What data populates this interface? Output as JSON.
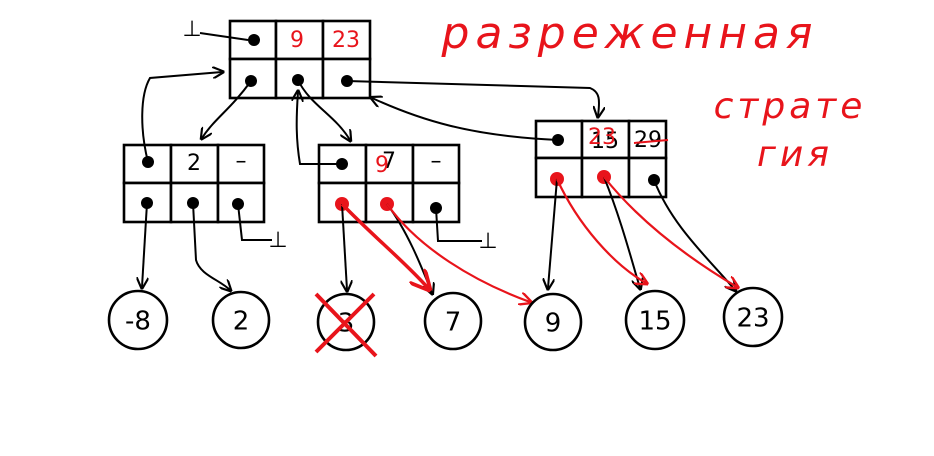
{
  "colors": {
    "ink": "#000000",
    "red": "#e8141b",
    "paper": "#ffffff"
  },
  "title_lines": [
    "разреженная",
    "страте",
    "гия"
  ],
  "root": {
    "keys": [
      "9",
      "23"
    ],
    "null_mark": "⊥"
  },
  "left": {
    "keys": [
      "2",
      "–"
    ],
    "null_mark": "⊥"
  },
  "middle": {
    "keys": [
      "7",
      "–"
    ],
    "corrected_key": "9",
    "null_mark": "⊥"
  },
  "right": {
    "keys": [
      "15",
      "29"
    ],
    "corrected_key": "23"
  },
  "leaves": [
    "-8",
    "2",
    "3",
    "7",
    "9",
    "15",
    "23"
  ],
  "deleted_leaf": "3"
}
